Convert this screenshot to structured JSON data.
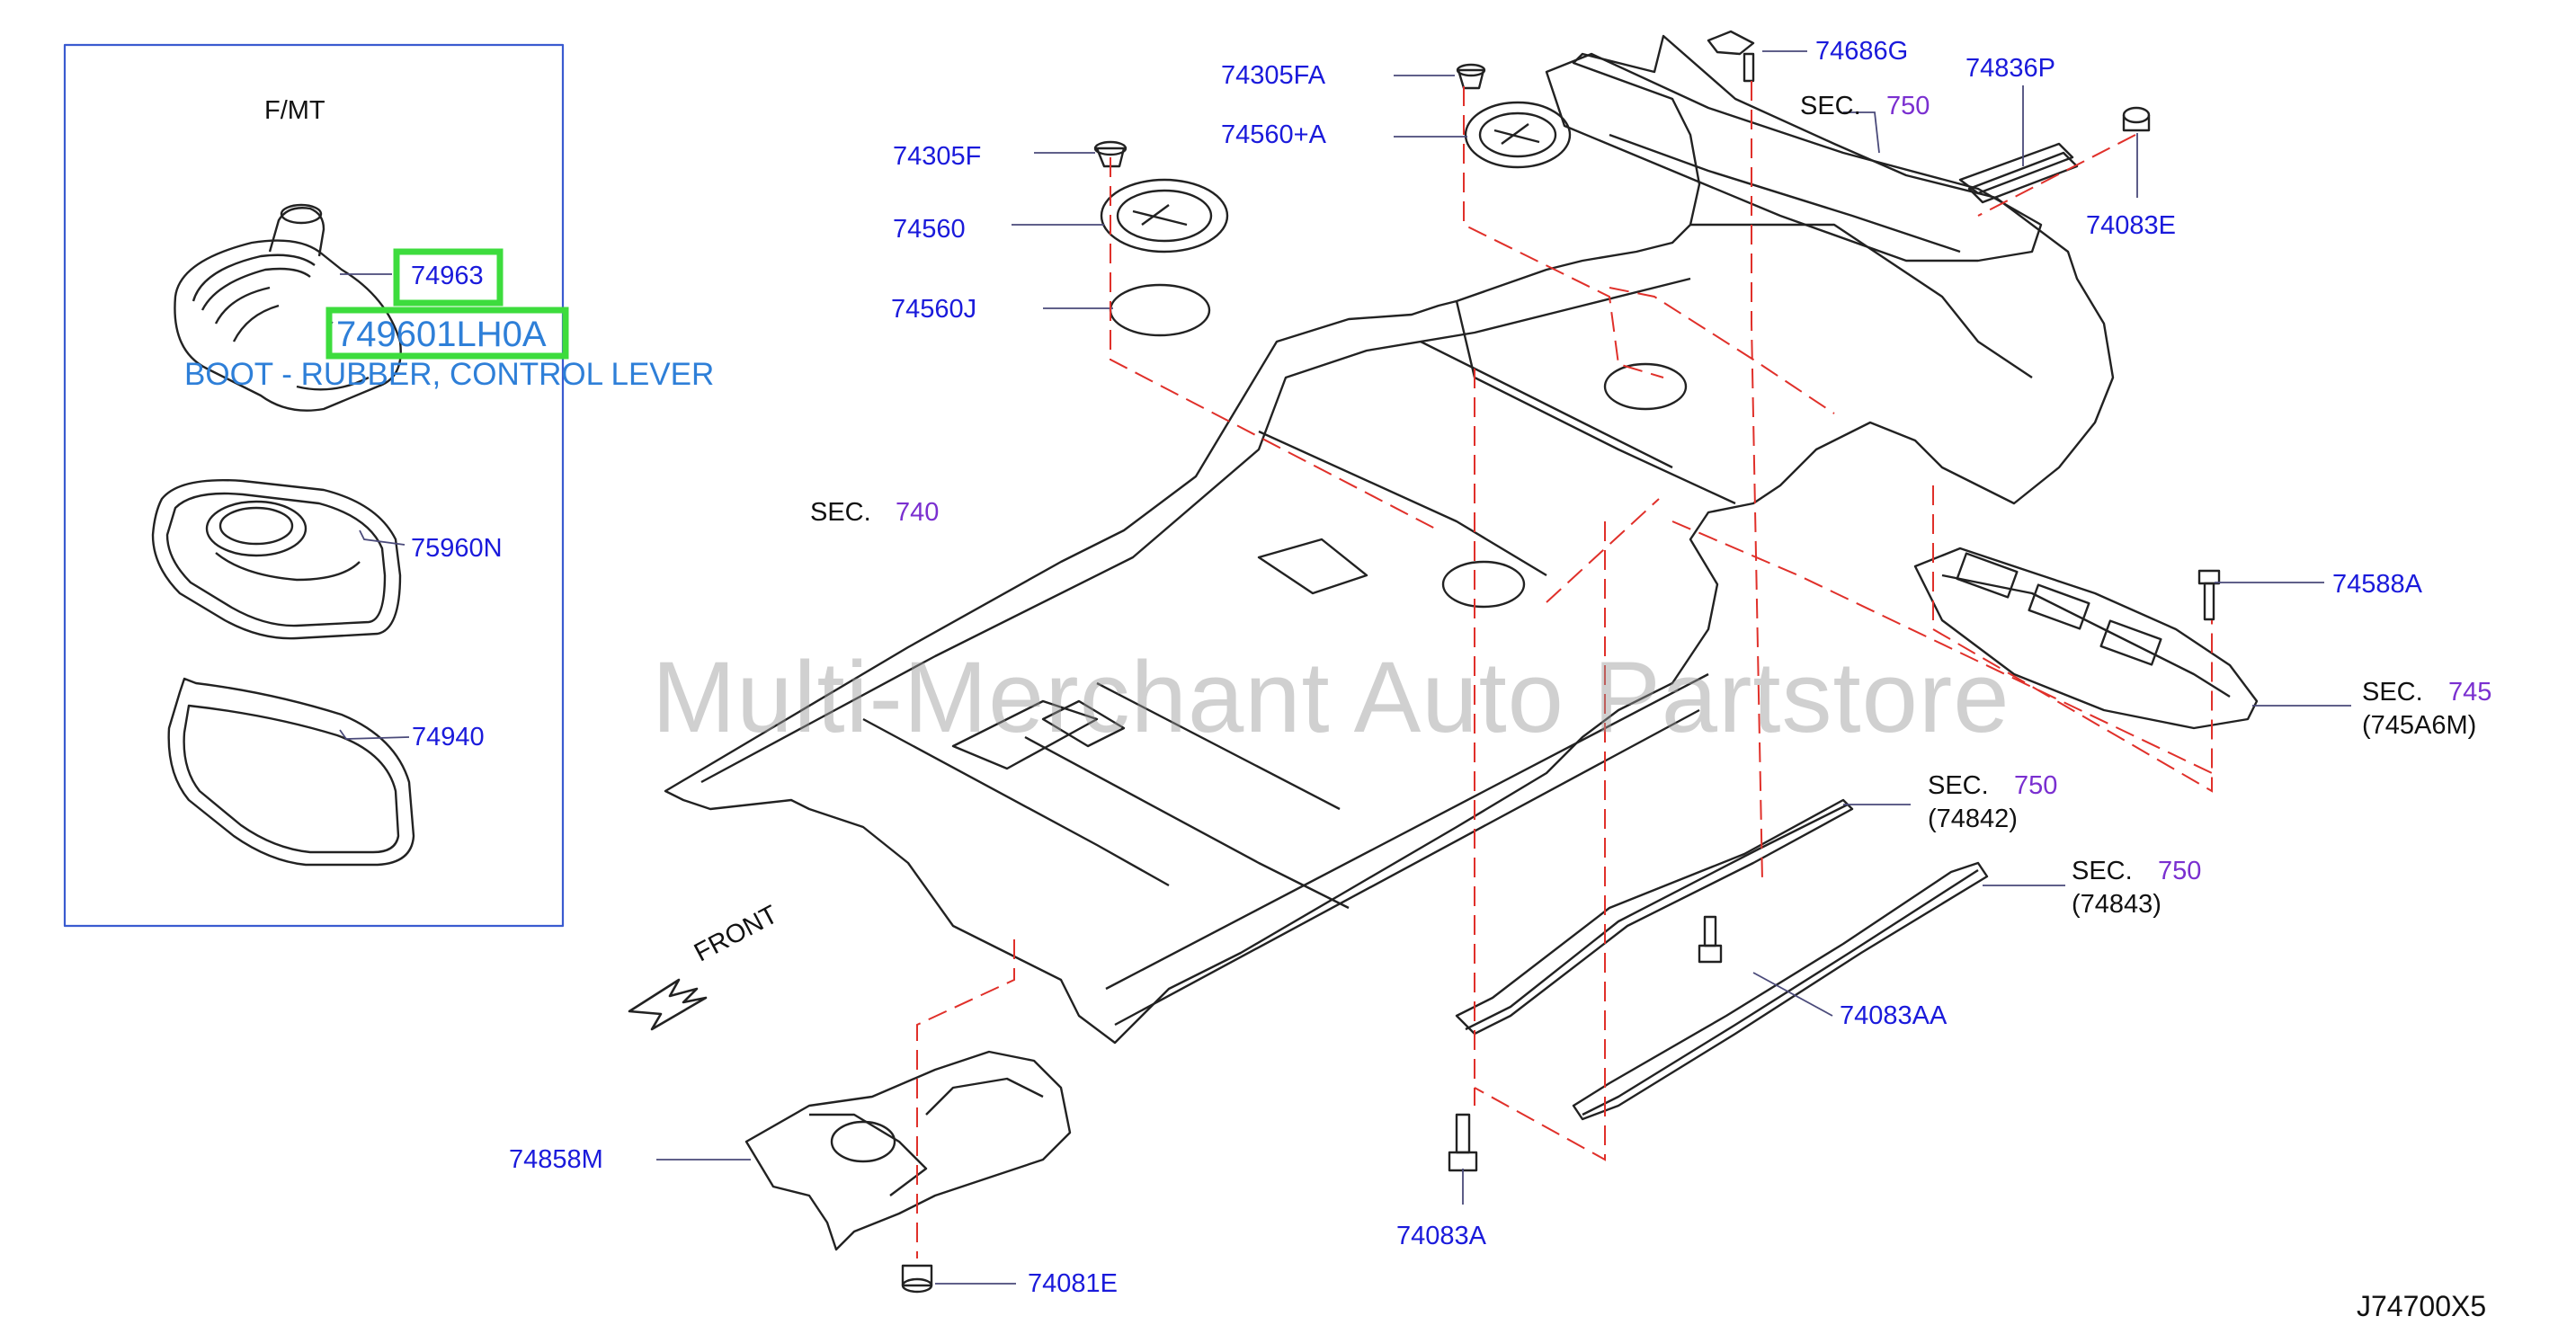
{
  "inset": {
    "title": "F/MT"
  },
  "highlight": {
    "part_small": "74963",
    "part_number": "749601LH0A",
    "description": "BOOT - RUBBER, CONTROL LEVER"
  },
  "labels": {
    "p75960N": "75960N",
    "p74940": "74940",
    "p74305F": "74305F",
    "p74560": "74560",
    "p74560J": "74560J",
    "p74305FA": "74305FA",
    "p74560A": "74560+A",
    "p74686G": "74686G",
    "p74836P": "74836P",
    "p74083E": "74083E",
    "p74588A": "74588A",
    "p74083AA": "74083AA",
    "p74083A": "74083A",
    "p74858M": "74858M",
    "p74081E": "74081E",
    "sec_word": "SEC.",
    "sec740": "740",
    "sec750": "750",
    "sec745": "745",
    "sub745": "(745A6M)",
    "sub74842": "(74842)",
    "sub74843": "(74843)",
    "front": "FRONT",
    "diagram_code": "J74700X5"
  },
  "watermark": "Multi-Merchant Auto Partstore",
  "colors": {
    "part_label": "#1a1adb",
    "section_number": "#7a2fd0",
    "highlight_box": "#3ddc3d",
    "highlight_text": "#2e7fd8",
    "dashed_line": "#e0302a",
    "inset_border": "#3a5bd0",
    "drawing": "#222222"
  }
}
